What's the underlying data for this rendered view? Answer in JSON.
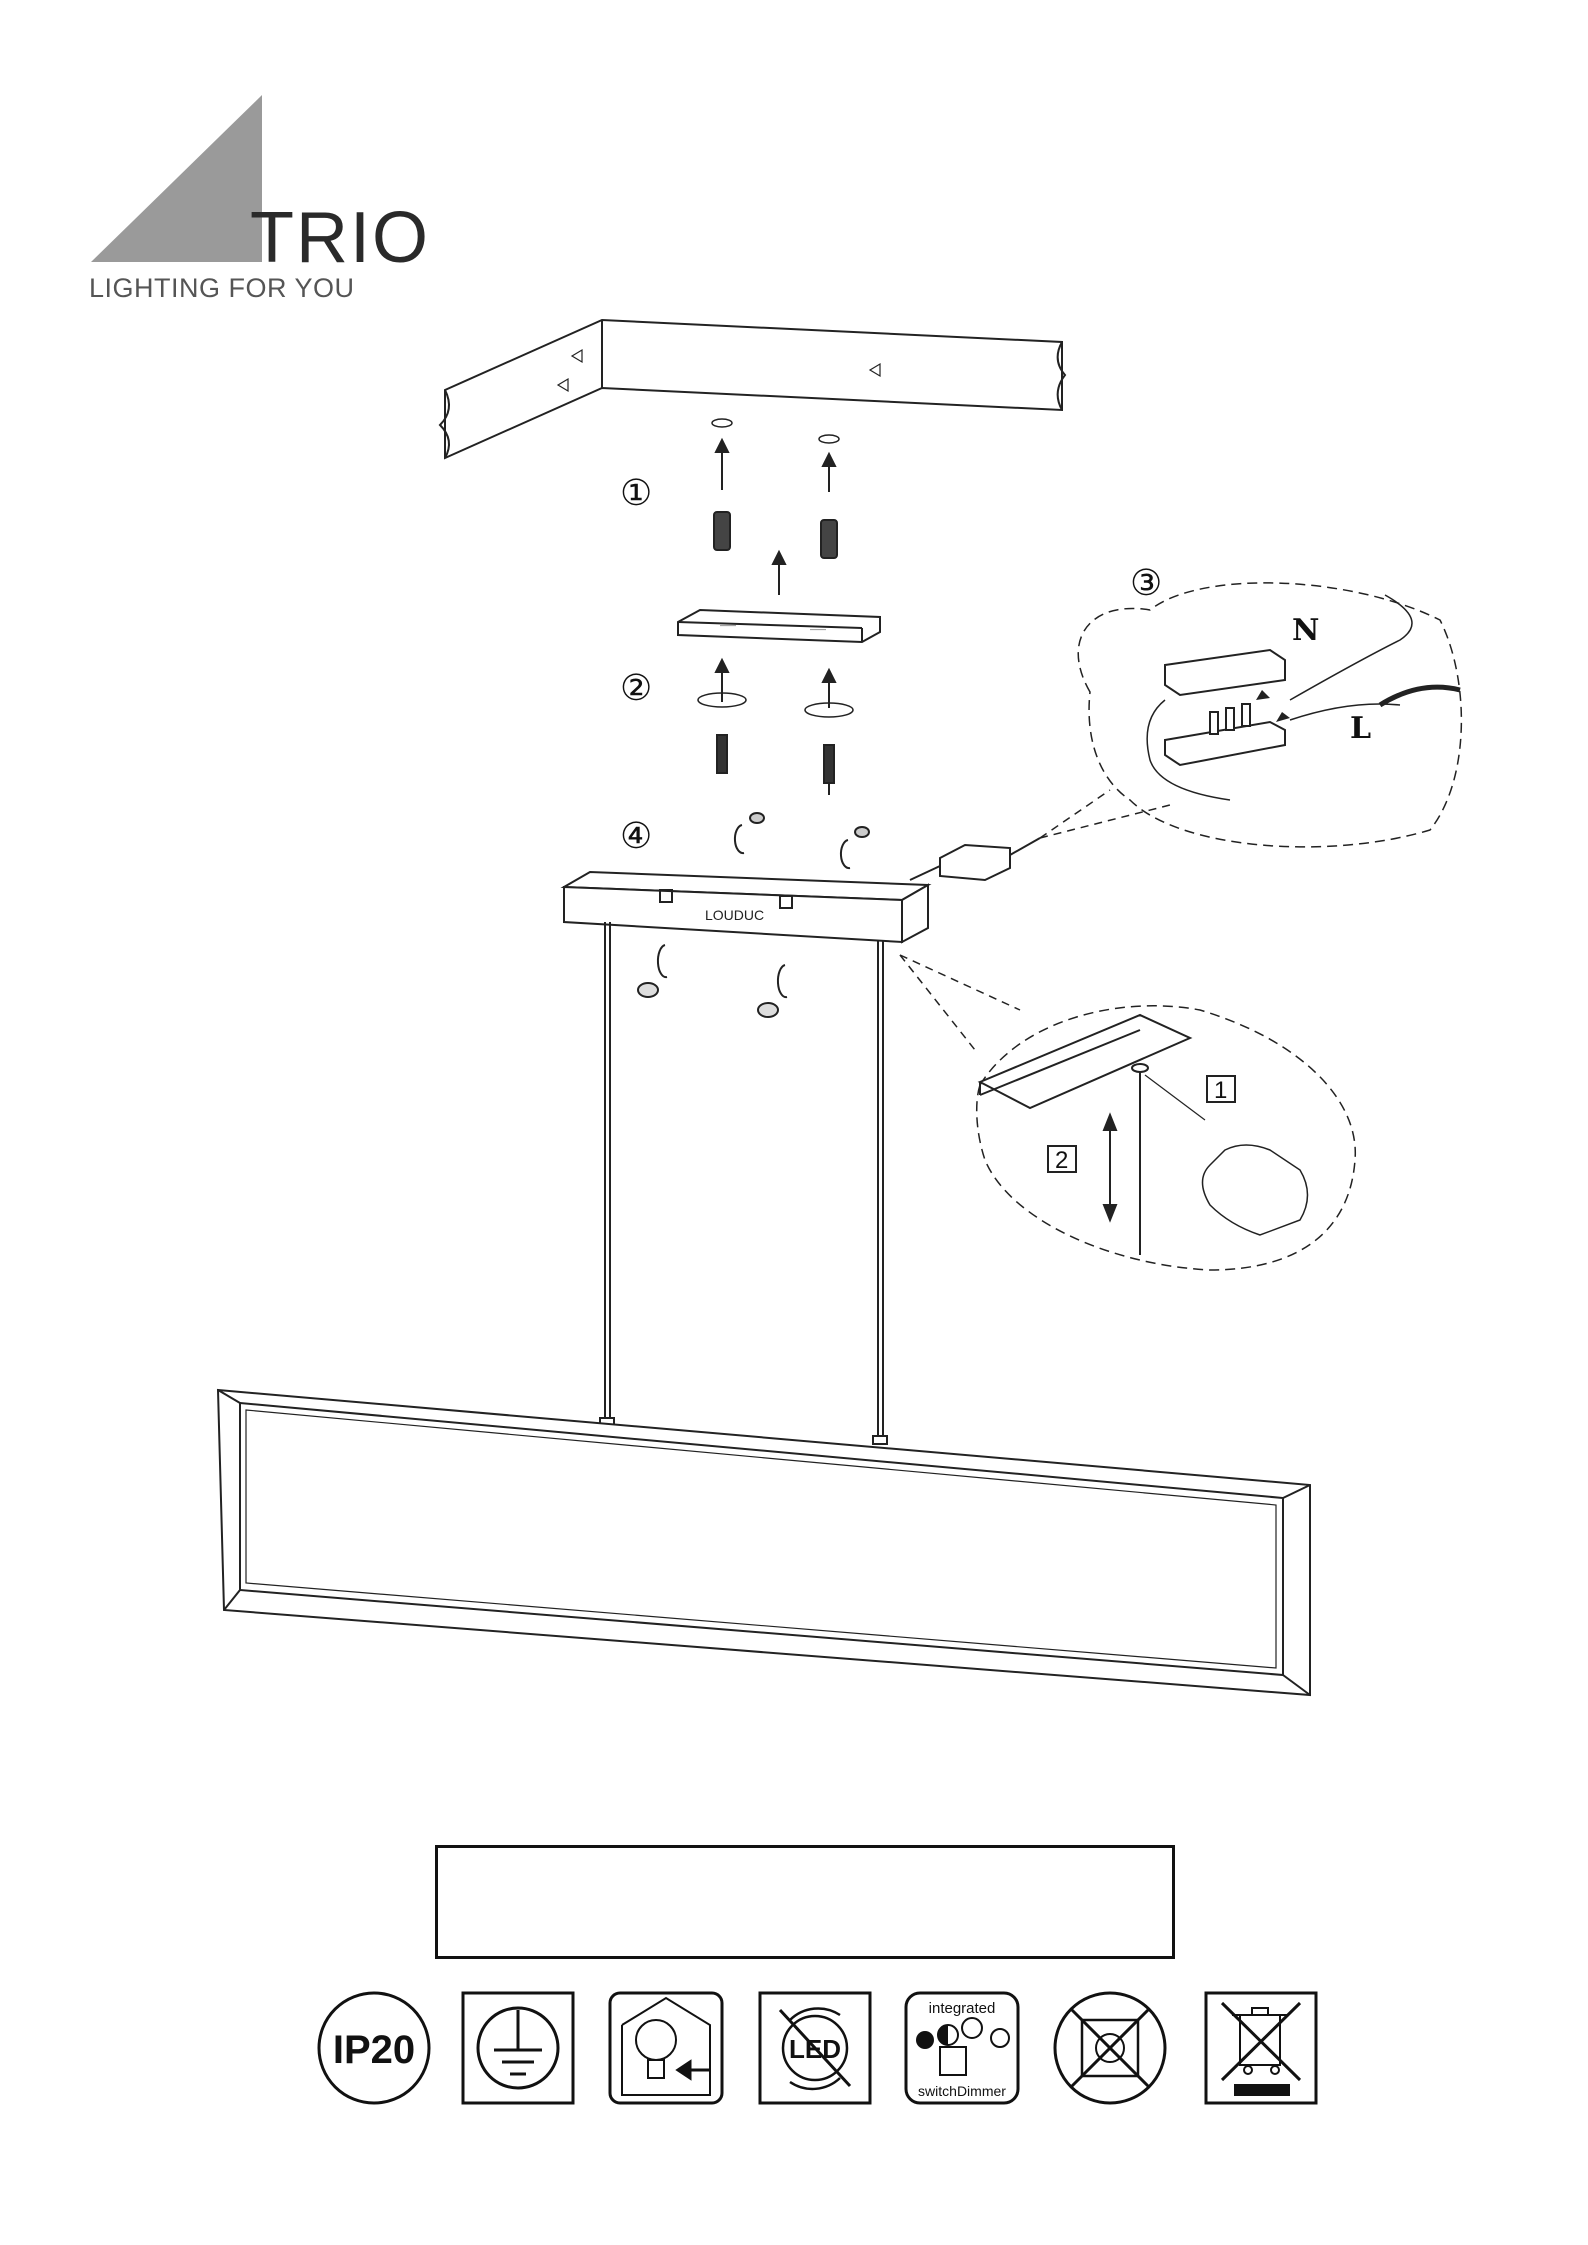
{
  "logo": {
    "brand": "TRIO",
    "tagline": "LIGHTING FOR YOU",
    "triangle_color": "#9a9a9a"
  },
  "steps": {
    "step1": "①",
    "step2": "②",
    "step3": "③",
    "step4": "④"
  },
  "wiring_callout": {
    "neutral_label": "N",
    "live_label": "L"
  },
  "height_callout": {
    "press_label": "1",
    "adjust_label": "2"
  },
  "info_box": {
    "text": ""
  },
  "symbols": [
    {
      "icon": "ip20-rating-icon",
      "label": "IP20"
    },
    {
      "icon": "protective-earth-icon"
    },
    {
      "icon": "replaceable-bulb-icon"
    },
    {
      "icon": "non-replaceable-led-icon",
      "label": "LED"
    },
    {
      "icon": "integrated-switch-dimmer-icon",
      "label_top": "integrated",
      "label_bottom": "switchDimmer"
    },
    {
      "icon": "no-dimmer-icon"
    },
    {
      "icon": "weee-disposal-icon"
    }
  ]
}
